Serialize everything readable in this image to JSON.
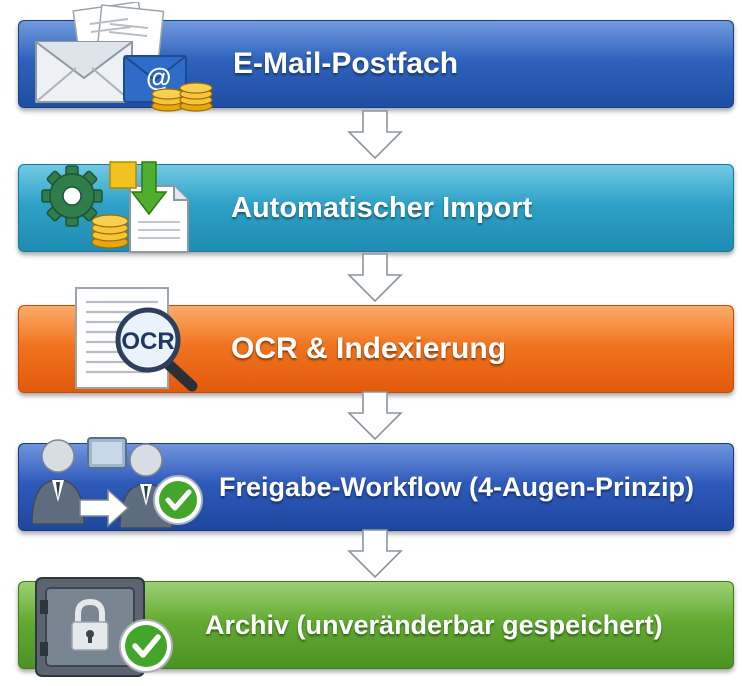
{
  "steps": [
    {
      "label": "E-Mail-Postfach",
      "color": "#2c5fb8",
      "icon": "envelope-coins-icon"
    },
    {
      "label": "Automatischer Import",
      "color": "#2a9ec3",
      "icon": "gear-import-icon"
    },
    {
      "label": "OCR & Indexierung",
      "color": "#f06a16",
      "icon": "ocr-magnifier-icon",
      "icon_text": "OCR"
    },
    {
      "label": "Freigabe-Workflow (4-Augen-Prinzip)",
      "color": "#2c55b0",
      "icon": "users-approval-icon"
    },
    {
      "label": "Archiv (unveränderbar gespeichert)",
      "color": "#5ea52e",
      "icon": "safe-check-icon"
    }
  ]
}
